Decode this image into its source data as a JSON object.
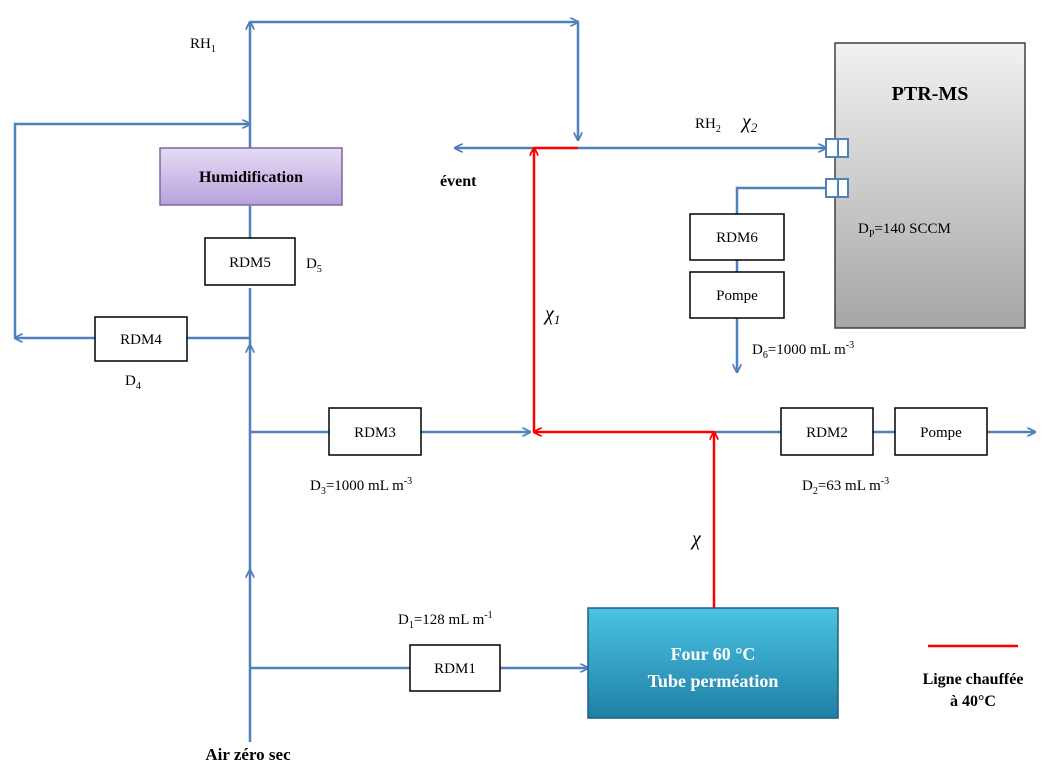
{
  "labels": {
    "rh1": "RH",
    "rh1_sub": "1",
    "rh2": "RH",
    "rh2_sub": "2",
    "chi": "χ",
    "chi2_sub": "2",
    "chi1_sub": "1",
    "event": "évent",
    "ptr": "PTR-MS",
    "dp_prefix": "D",
    "dp_sub": "P",
    "dp_value": "=140 SCCM",
    "humid": "Humidification",
    "rdm1": "RDM1",
    "rdm2": "RDM2",
    "rdm3": "RDM3",
    "rdm4": "RDM4",
    "rdm5": "RDM5",
    "rdm6": "RDM6",
    "pompe_a": "Pompe",
    "pompe_b": "Pompe",
    "d5_prefix": "D",
    "d5_sub": "5",
    "d4_prefix": "D",
    "d4_sub": "4",
    "d6_prefix": "D",
    "d6_sub": "6",
    "d6_value": "=1000 mL m",
    "d6_sup": "-3",
    "d3_prefix": "D",
    "d3_sub": "3",
    "d3_value": "=1000 mL m",
    "d3_sup": "-3",
    "d2_prefix": "D",
    "d2_sub": "2",
    "d2_value": "=63 mL m",
    "d2_sup": "-3",
    "d1_prefix": "D",
    "d1_sub": "1",
    "d1_value": "=128 mL m",
    "d1_sup": "-1",
    "four_line1": "Four 60 °C",
    "four_line2": "Tube perméation",
    "legend_line1": "Ligne chauffée",
    "legend_line2": "à 40°C",
    "air": "Air zéro sec"
  },
  "colors": {
    "flow_line": "#4f81bd",
    "heated_line": "#ff0000",
    "humid_fill_top": "#e6dcf5",
    "humid_fill_bottom": "#b7a1dc",
    "four_fill_top": "#4bc3e3",
    "four_fill_bottom": "#1f7fa6",
    "ptr_fill_top": "#f2f2f2",
    "ptr_fill_bottom": "#a6a6a6"
  }
}
